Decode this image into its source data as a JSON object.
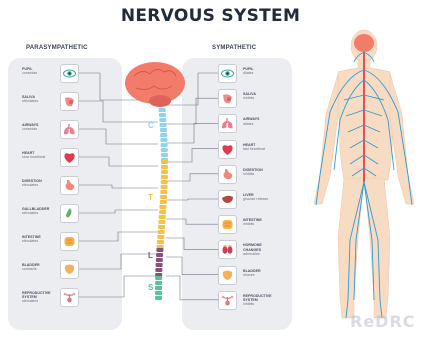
{
  "title": "NERVOUS SYSTEM",
  "parasympathetic": {
    "heading": "PARASYMPATHETIC",
    "items": [
      {
        "name": "PUPIL",
        "effect": "constricts",
        "icon": "eye-icon"
      },
      {
        "name": "SALIVA",
        "effect": "stimulates",
        "icon": "salivary-gland-icon"
      },
      {
        "name": "AIRWAYS",
        "effect": "constricts",
        "icon": "lungs-icon"
      },
      {
        "name": "HEART",
        "effect": "slow heartbeat",
        "icon": "heart-icon"
      },
      {
        "name": "DIGESTION",
        "effect": "stimulates",
        "icon": "stomach-icon"
      },
      {
        "name": "GALLBLADDER",
        "effect": "stimulates",
        "icon": "gallbladder-icon"
      },
      {
        "name": "INTESTINE",
        "effect": "stimulates",
        "icon": "intestine-icon"
      },
      {
        "name": "BLADDER",
        "effect": "contracts",
        "icon": "bladder-icon"
      },
      {
        "name": "REPRODUCTIVE SYSTEM",
        "effect": "stimulates",
        "icon": "reproductive-icon"
      }
    ]
  },
  "sympathetic": {
    "heading": "SYMPATHETIC",
    "items": [
      {
        "name": "PUPIL",
        "effect": "dilates",
        "icon": "eye-icon"
      },
      {
        "name": "SALIVA",
        "effect": "inhibits",
        "icon": "salivary-gland-icon"
      },
      {
        "name": "AIRWAYS",
        "effect": "dilates",
        "icon": "lungs-icon"
      },
      {
        "name": "HEART",
        "effect": "fast heartbeat",
        "icon": "heart-icon"
      },
      {
        "name": "DIGESTION",
        "effect": "inhibits",
        "icon": "stomach-icon"
      },
      {
        "name": "LIVER",
        "effect": "glucose release",
        "icon": "liver-icon"
      },
      {
        "name": "INTESTINE",
        "effect": "inhibits",
        "icon": "intestine-icon"
      },
      {
        "name": "HORMONE CHANGES",
        "effect": "adrenaline",
        "icon": "kidney-adrenal-icon"
      },
      {
        "name": "BLADDER",
        "effect": "relaxes",
        "icon": "bladder-icon"
      },
      {
        "name": "REPRODUCTIVE SYSTEM",
        "effect": "inhibits",
        "icon": "reproductive-icon"
      }
    ]
  },
  "spine_regions": [
    "C",
    "T",
    "L",
    "S"
  ],
  "watermark": "ReDRC",
  "colors": {
    "title": "#232a3a",
    "panel": "#ecedf0",
    "brain": "#f27c69",
    "cervical": "#8fd3ee",
    "thoracic": "#f6c14a",
    "lumbar": "#8c4f7c",
    "sacral": "#57c39a",
    "body": "#f8dbc3",
    "nerves": "#2f9bd3",
    "spinal_cord": "#e2524c"
  }
}
